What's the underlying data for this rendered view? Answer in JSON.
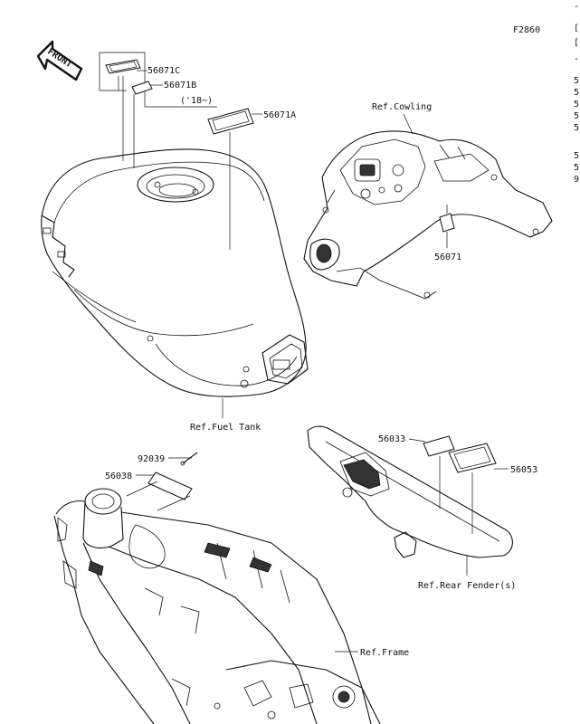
{
  "figure_code": "F2860",
  "front_arrow": "FRONT",
  "parts": {
    "p56071C": "56071C",
    "p56071B": "56071B",
    "p56071B_note": "('18~)",
    "p56071A": "56071A",
    "p56071": "56071",
    "p92039": "92039",
    "p56038": "56038",
    "p56033": "56033",
    "p56053": "56053"
  },
  "refs": {
    "cowling": "Ref.Cowling",
    "fuel_tank": "Ref.Fuel Tank",
    "rear_fender": "Ref.Rear Fender(s)",
    "frame": "Ref.Frame"
  },
  "edge_marks": [
    "-",
    "[",
    "[",
    "-",
    "5",
    "5",
    "5",
    "5",
    "5",
    "5",
    "5",
    "9"
  ]
}
